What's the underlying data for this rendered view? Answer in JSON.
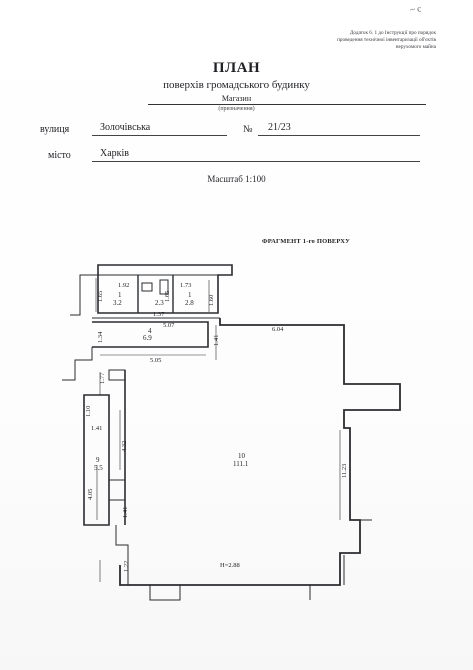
{
  "header_note": {
    "line1": "Додаток 6. 1 до Інструкції про порядок",
    "line2": "проведення технічної інвентаризації об'єктів",
    "line3": "нерухомого майна"
  },
  "corner_mark": "~ с",
  "title": "ПЛАН",
  "subtitle": "поверхів громадського будинку",
  "purpose_value": "Магазин",
  "purpose_hint": "(призначення)",
  "street": {
    "label": "вулиця",
    "value": "Золочівська",
    "number_sign": "№",
    "number": "21/23"
  },
  "city": {
    "label": "місто",
    "value": "Харків"
  },
  "scale": "Масштаб 1:100",
  "fragment_title": "ФРАГМЕНТ 1-го ПОВЕРХУ",
  "dimensions": {
    "d_192": "1.92",
    "d_173": "1.73",
    "d_165a": "1.65",
    "d_165b": "1.65",
    "d_160": "1.60",
    "d_137": "1.37",
    "d_507": "5.07",
    "d_604": "6.04",
    "d_134": "1.34",
    "d_141a": "1.41",
    "d_505": "5.05",
    "d_177": "1.77",
    "d_110": "1.10",
    "d_141b": "1.41",
    "d_432": "4.32",
    "d_405": "4.05",
    "d_141c": "1.41",
    "d_122": "1.22",
    "d_1123": "11.23",
    "height": "H=2.88"
  },
  "rooms": {
    "r1": {
      "num": "1",
      "area": "3.2"
    },
    "r2": {
      "num": "2",
      "area": "2.3"
    },
    "r3": {
      "num": "1",
      "area": "2.8"
    },
    "r4": {
      "num": "4",
      "area": "6.9"
    },
    "r9": {
      "num": "9",
      "area": "5.5"
    },
    "r10": {
      "num": "10",
      "area": "111.1"
    }
  },
  "colors": {
    "ink": "#1f2024",
    "wall": "#2b2c30",
    "paper": "#ffffff"
  }
}
